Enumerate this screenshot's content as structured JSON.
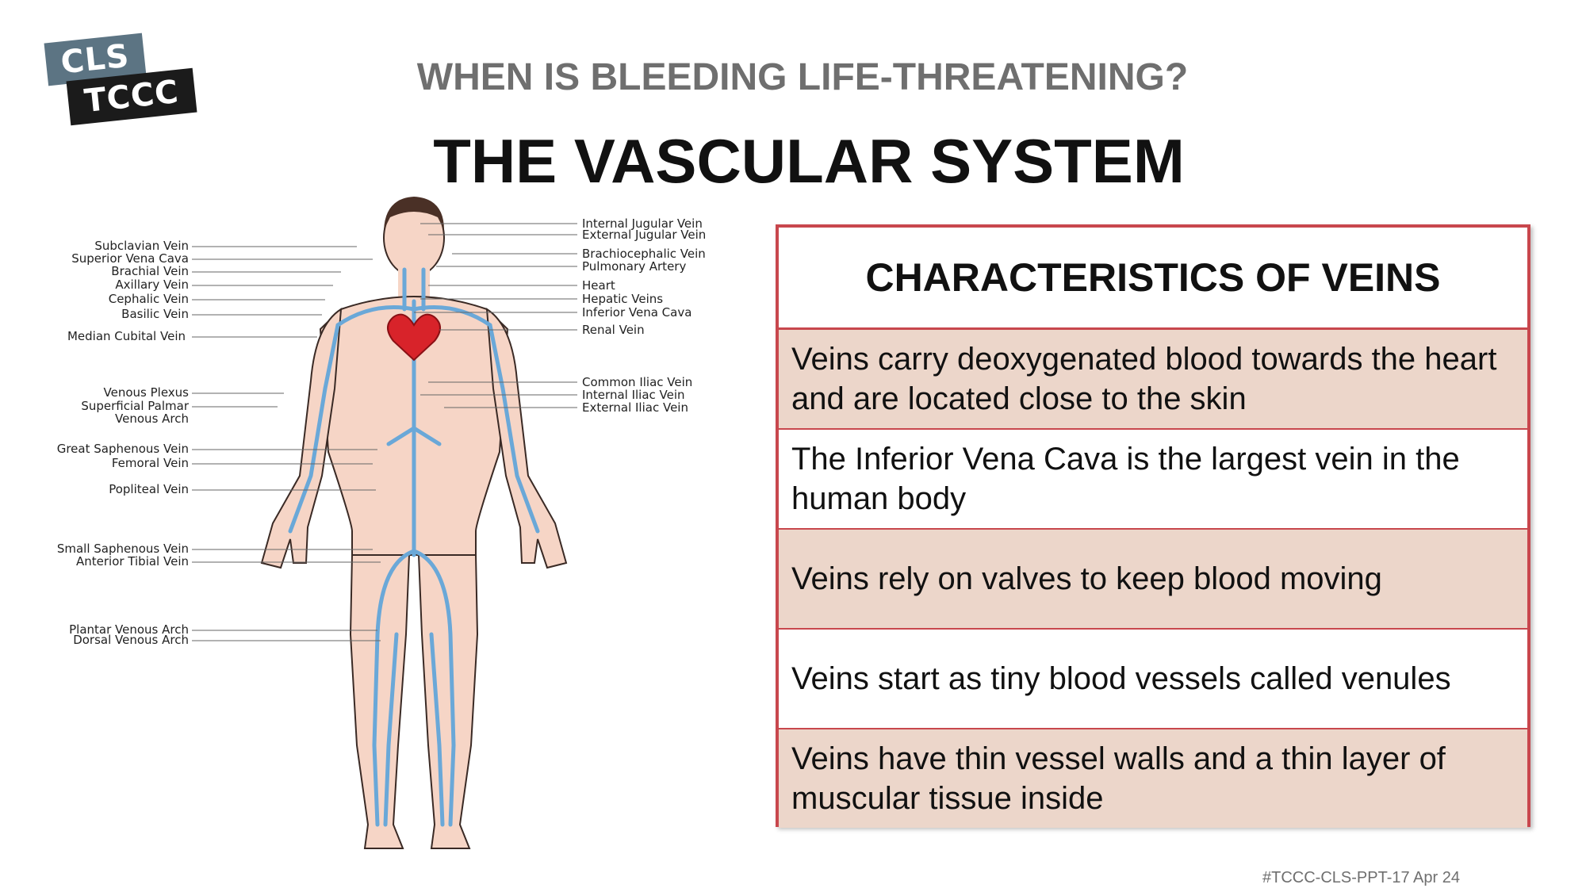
{
  "logo": {
    "line1": "CLS",
    "line2": "TCCC"
  },
  "subtitle": "WHEN IS BLEEDING LIFE-THREATENING?",
  "title": "THE VASCULAR SYSTEM",
  "diagram": {
    "left_labels": [
      "Subclavian Vein",
      "Superior Vena Cava",
      "Brachial Vein",
      "Axillary Vein",
      "Cephalic Vein",
      "Basilic Vein",
      "Median Cubital Vein",
      "Venous Plexus",
      "Superficial Palmar",
      "Venous Arch",
      "Great Saphenous Vein",
      "Femoral Vein",
      "Popliteal Vein",
      "Small Saphenous Vein",
      "Anterior Tibial Vein",
      "Plantar Venous Arch",
      "Dorsal Venous Arch"
    ],
    "right_labels": [
      "Internal Jugular Vein",
      "External Jugular Vein",
      "Brachiocephalic Vein",
      "Pulmonary Artery",
      "Heart",
      "Hepatic Veins",
      "Inferior Vena Cava",
      "Renal Vein",
      "Common Iliac Vein",
      "Internal Iliac Vein",
      "External Iliac Vein"
    ]
  },
  "table": {
    "header": "CHARACTERISTICS OF VEINS",
    "rows": [
      "Veins carry deoxygenated blood towards the heart and are located close to the skin",
      "The Inferior Vena Cava is the largest vein in the human body",
      "Veins rely on valves to keep blood moving",
      "Veins start as tiny blood vessels called venules",
      "Veins have thin vessel walls and a thin layer of muscular tissue inside"
    ]
  },
  "footer": "#TCCC-CLS-PPT-17 Apr 24",
  "colors": {
    "accent_border": "#c8474d",
    "row_shade": "#ecd6ca",
    "vein_blue": "#6aa8d8",
    "heart_red": "#d8232a"
  }
}
